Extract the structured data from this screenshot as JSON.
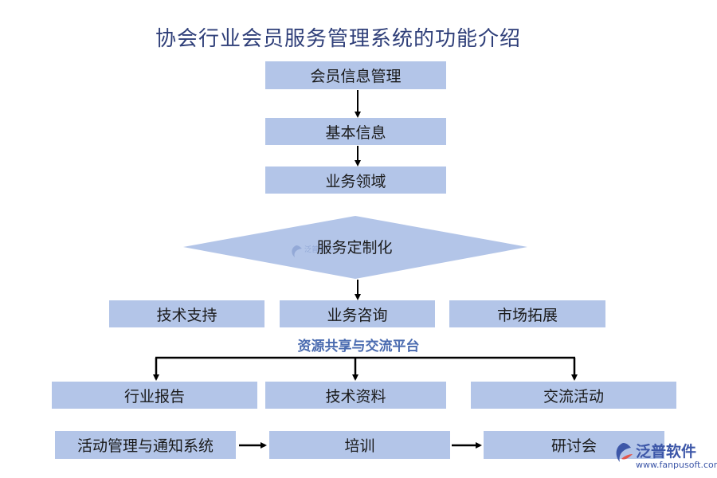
{
  "title": "协会行业会员服务管理系统的功能介绍",
  "nodes": {
    "member_info": "会员信息管理",
    "basic_info": "基本信息",
    "business_field": "业务领域",
    "customization": "服务定制化",
    "tech_support": "技术支持",
    "business_consult": "业务咨询",
    "market_expansion": "市场拓展",
    "industry_report": "行业报告",
    "tech_material": "技术资料",
    "exchange_activity": "交流活动",
    "activity_notice": "活动管理与通知系统",
    "training": "培训",
    "seminar": "研讨会"
  },
  "platform_label": "资源共享与交流平台",
  "watermark": {
    "logo_name": "泛普软件",
    "logo_url": "www.fanpusoft.com",
    "center_mark": "泛普软件"
  },
  "colors": {
    "box_fill": "#b3c5e8",
    "diamond_fill": "#b3c5e8",
    "title_color": "#2f3f79",
    "platform_label_color": "#4a6bb0",
    "arrow_color": "#000000"
  }
}
